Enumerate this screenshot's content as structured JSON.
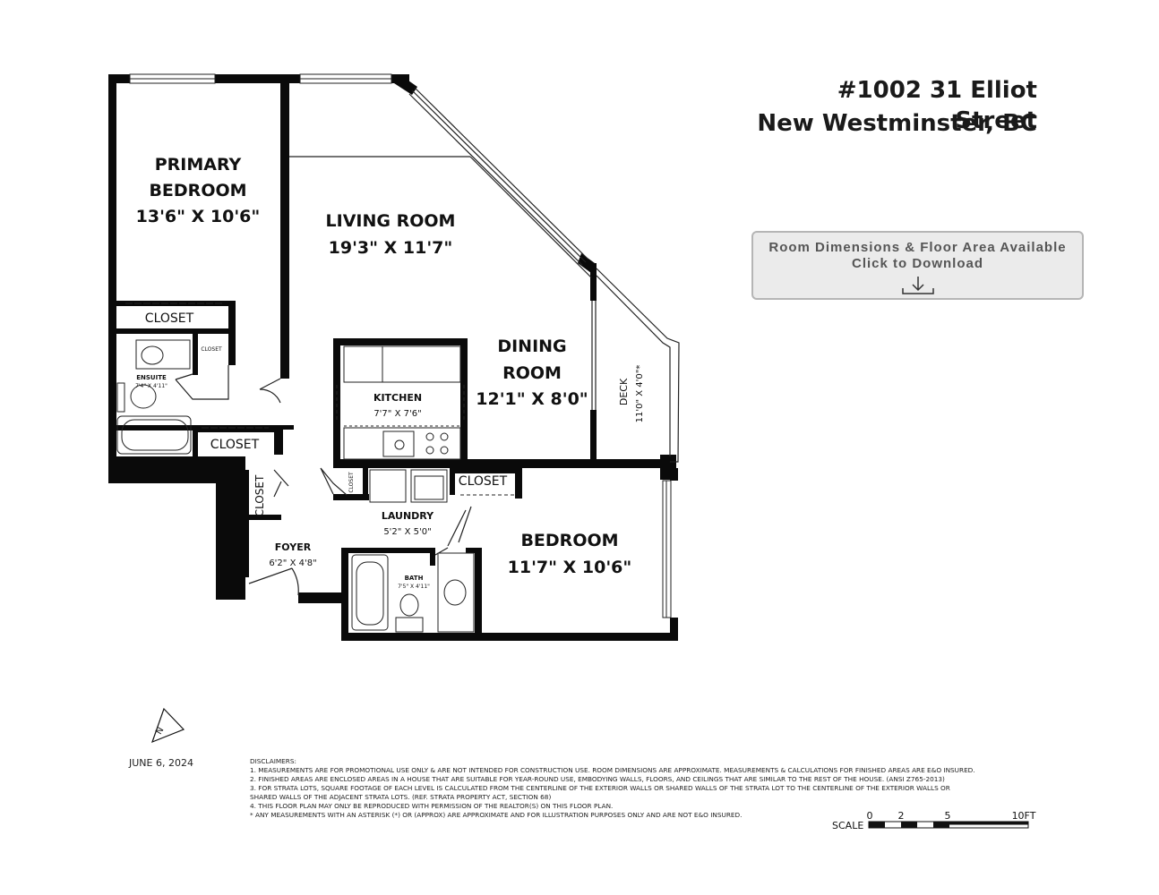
{
  "address": {
    "line1": "#1002 31 Elliot Street",
    "line2": "New Westminster, BC"
  },
  "download": {
    "line1": "Room Dimensions & Floor Area Available",
    "line2": "Click to Download",
    "icon": "download-arrow-icon"
  },
  "rooms": {
    "primary_bedroom": {
      "name1": "PRIMARY",
      "name2": "BEDROOM",
      "dims": "13'6\" X 10'6\""
    },
    "living_room": {
      "name": "LIVING ROOM",
      "dims": "19'3\" X 11'7\""
    },
    "dining_room": {
      "name1": "DINING",
      "name2": "ROOM",
      "dims": "12'1\" X 8'0\""
    },
    "kitchen": {
      "name": "KITCHEN",
      "dims": "7'7\" X 7'6\""
    },
    "deck": {
      "name": "DECK",
      "dims": "11'0\" X 4'0\"*"
    },
    "ensuite": {
      "name": "ENSUITE",
      "dims": "7'4\" X 4'11\""
    },
    "closet_primary": "CLOSET",
    "closet_small": "CLOSET",
    "closet_lower": "CLOSET",
    "closet_foyer": "CLOSET",
    "closet_laundry": "CLOSET",
    "closet_bedroom": "CLOSET",
    "laundry": {
      "name": "LAUNDRY",
      "dims": "5'2\" X 5'0\""
    },
    "foyer": {
      "name": "FOYER",
      "dims": "6'2\" X 4'8\""
    },
    "bath": {
      "name": "BATH",
      "dims": "7'5\" X 4'11\""
    },
    "bedroom": {
      "name": "BEDROOM",
      "dims": "11'7\" X 10'6\""
    }
  },
  "north_label": "N",
  "date": "JUNE 6, 2024",
  "disclaimers": {
    "title": "DISCLAIMERS:",
    "items": [
      "1. MEASUREMENTS ARE FOR PROMOTIONAL USE ONLY & ARE NOT INTENDED FOR CONSTRUCTION USE. ROOM DIMENSIONS ARE APPROXIMATE. MEASUREMENTS & CALCULATIONS FOR FINISHED AREAS ARE E&O INSURED.",
      "2. FINISHED AREAS ARE ENCLOSED AREAS IN A HOUSE THAT ARE SUITABLE FOR YEAR-ROUND USE, EMBODYING WALLS, FLOORS, AND CEILINGS THAT ARE SIMILAR TO THE REST OF THE HOUSE. (ANSI Z765-2013)",
      "3. FOR STRATA LOTS, SQUARE FOOTAGE OF EACH LEVEL IS CALCULATED FROM THE CENTERLINE OF THE EXTERIOR WALLS OR SHARED WALLS OF THE STRATA LOT TO THE CENTERLINE OF THE EXTERIOR WALLS OR",
      "SHARED WALLS OF THE ADJACENT STRATA LOTS. (REF. STRATA PROPERTY ACT, SECTION 68)",
      "4. THIS FLOOR PLAN MAY ONLY BE REPRODUCED WITH PERMISSION OF THE REALTOR(S) ON THIS FLOOR PLAN.",
      "* ANY MEASUREMENTS WITH AN ASTERISK (*) OR (APPROX) ARE APPROXIMATE AND FOR ILLUSTRATION PURPOSES ONLY AND ARE NOT E&O INSURED."
    ]
  },
  "scale": {
    "label": "SCALE",
    "ticks": [
      "0",
      "2",
      "5",
      "10FT"
    ]
  }
}
